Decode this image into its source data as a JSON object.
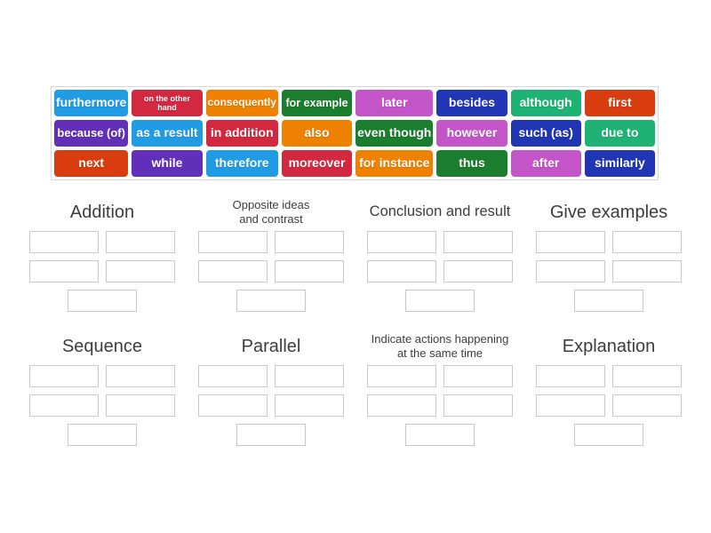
{
  "palette": {
    "sky_blue": "#1f9ce4",
    "crimson": "#d22840",
    "orange": "#ee8100",
    "green": "#1b7d2e",
    "orchid": "#c455c9",
    "royal_blue": "#2036b5",
    "sea_green": "#1eb374",
    "orange_red": "#d93d0f",
    "purple": "#6230b8",
    "tile_text": "#ffffff",
    "title_text": "#3d3d3d",
    "slot_border": "#c9c9c9",
    "board_border": "#d8d8d8"
  },
  "board": {
    "tiles": [
      {
        "label": "furthermore",
        "color": "sky_blue"
      },
      {
        "label": "on the other hand",
        "color": "crimson"
      },
      {
        "label": "consequently",
        "color": "orange"
      },
      {
        "label": "for example",
        "color": "green"
      },
      {
        "label": "later",
        "color": "orchid"
      },
      {
        "label": "besides",
        "color": "royal_blue"
      },
      {
        "label": "although",
        "color": "sea_green"
      },
      {
        "label": "first",
        "color": "orange_red"
      },
      {
        "label": "because (of)",
        "color": "purple"
      },
      {
        "label": "as a result",
        "color": "sky_blue"
      },
      {
        "label": "in addition",
        "color": "crimson"
      },
      {
        "label": "also",
        "color": "orange"
      },
      {
        "label": "even though",
        "color": "green"
      },
      {
        "label": "however",
        "color": "orchid"
      },
      {
        "label": "such (as)",
        "color": "royal_blue"
      },
      {
        "label": "due to",
        "color": "sea_green"
      },
      {
        "label": "next",
        "color": "orange_red"
      },
      {
        "label": "while",
        "color": "purple"
      },
      {
        "label": "therefore",
        "color": "sky_blue"
      },
      {
        "label": "moreover",
        "color": "crimson"
      },
      {
        "label": "for instance",
        "color": "orange"
      },
      {
        "label": "thus",
        "color": "green"
      },
      {
        "label": "after",
        "color": "orchid"
      },
      {
        "label": "similarly",
        "color": "royal_blue"
      }
    ]
  },
  "groups": [
    {
      "title": "Addition",
      "slot_count": 5
    },
    {
      "title": "Opposite ideas\nand contrast",
      "slot_count": 5
    },
    {
      "title": "Conclusion and result",
      "slot_count": 5
    },
    {
      "title": "Give examples",
      "slot_count": 5
    },
    {
      "title": "Sequence",
      "slot_count": 5
    },
    {
      "title": "Parallel",
      "slot_count": 5
    },
    {
      "title": "Indicate actions happening\nat the same time",
      "slot_count": 5
    },
    {
      "title": "Explanation",
      "slot_count": 5
    }
  ]
}
